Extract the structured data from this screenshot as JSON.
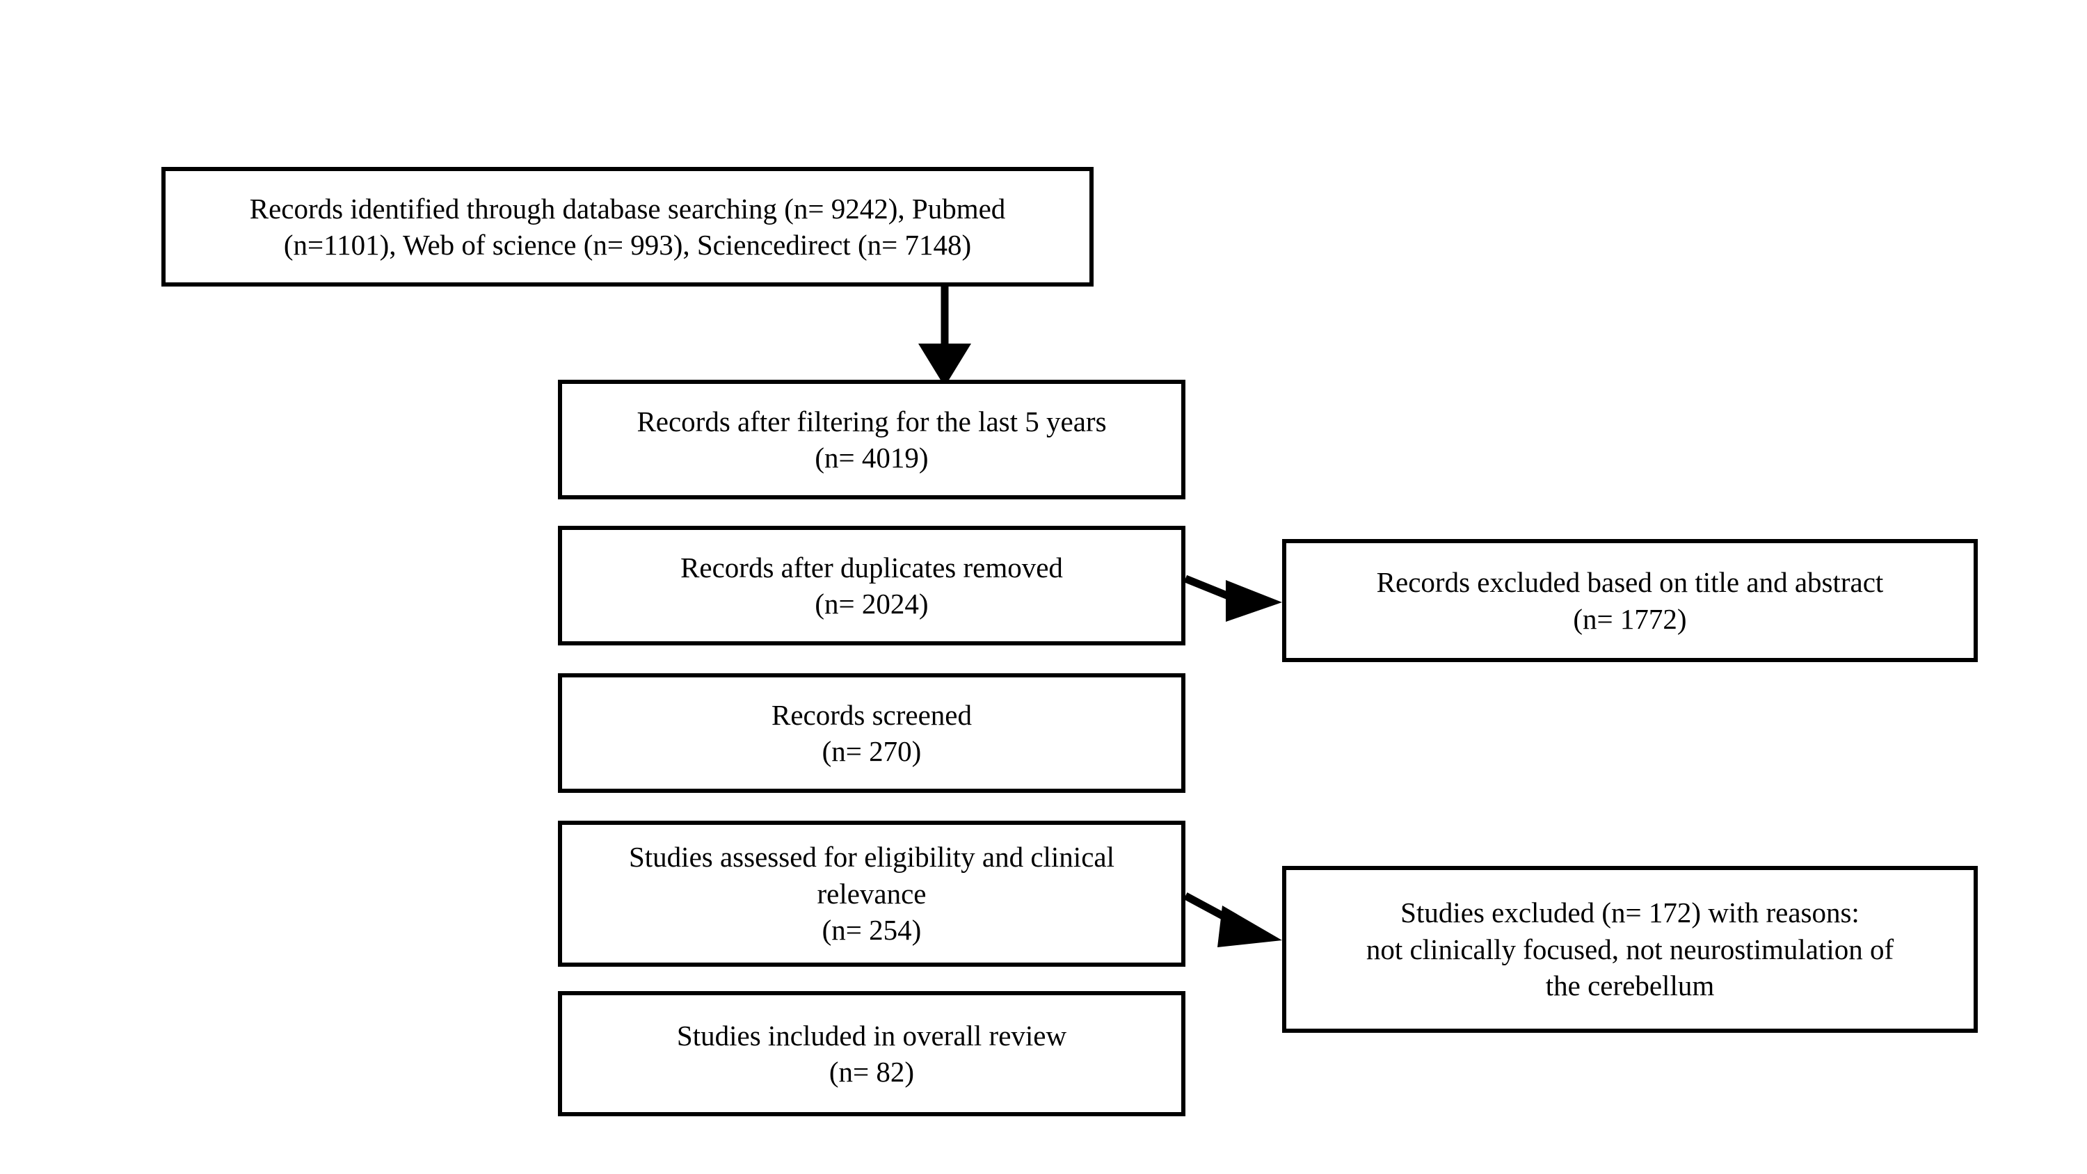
{
  "diagram": {
    "type": "prisma-flow-diagram",
    "background_color": "#ffffff",
    "line_color": "#000000",
    "text_color": "#000000",
    "boxes": [
      {
        "id": "identified",
        "text": "Records identified through database searching (n= 9242), Pubmed\n(n=1101), Web of science (n= 993), Sciencedirect (n= 7148)"
      },
      {
        "id": "filtered",
        "text": "Records after filtering for the last 5 years\n(n= 4019)"
      },
      {
        "id": "duplicates",
        "text": "Records after duplicates removed\n(n= 2024)"
      },
      {
        "id": "screened",
        "text": "Records screened\n(n= 270)"
      },
      {
        "id": "eligibility",
        "text": "Studies assessed for eligibility and clinical\nrelevance\n(n= 254)"
      },
      {
        "id": "included",
        "text": "Studies included in overall review\n(n= 82)"
      },
      {
        "id": "excluded-title",
        "text": "Records excluded based on title and abstract\n(n= 1772)"
      },
      {
        "id": "excluded-reasons",
        "text": "Studies excluded (n= 172) with reasons:\nnot clinically focused, not neurostimulation of\nthe cerebellum"
      }
    ],
    "arrows": [
      {
        "id": "identified-to-filtered",
        "direction": "down"
      },
      {
        "id": "duplicates-to-excluded-title",
        "direction": "right-down"
      },
      {
        "id": "eligibility-to-excluded-reasons",
        "direction": "right-down"
      }
    ],
    "counts": {
      "identified_total": 9242,
      "pubmed": 1101,
      "web_of_science": 993,
      "sciencedirect": 7148,
      "after_filtering_5_years": 4019,
      "after_duplicates_removed": 2024,
      "excluded_title_abstract": 1772,
      "records_screened": 270,
      "assessed_for_eligibility": 254,
      "studies_excluded_with_reasons": 172,
      "studies_included": 82
    }
  }
}
